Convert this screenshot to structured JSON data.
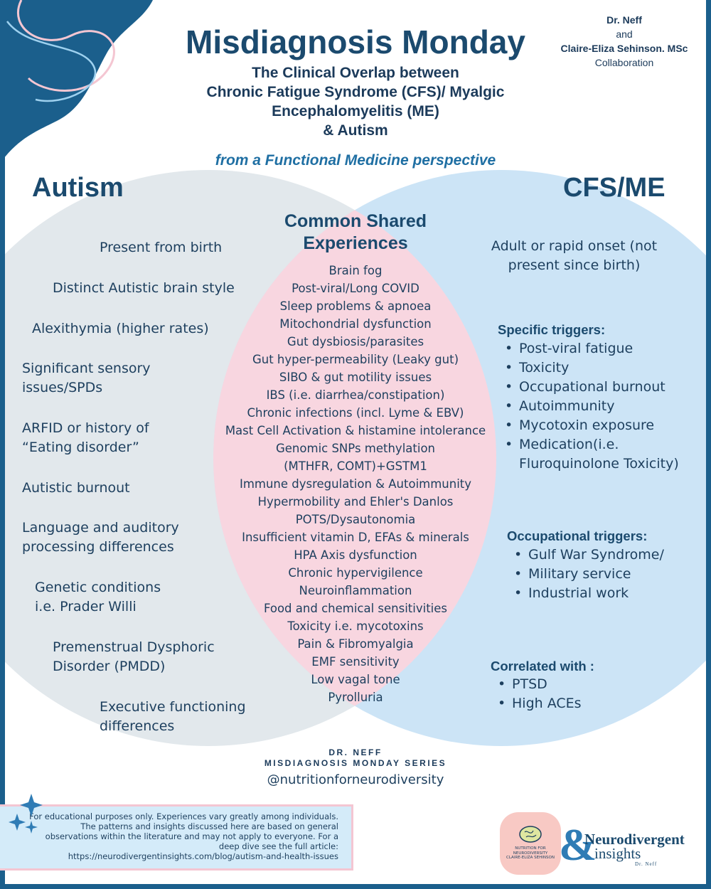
{
  "header": {
    "title": "Misdiagnosis Monday",
    "subtitle_lines": [
      "The Clinical Overlap between",
      "Chronic Fatigue Syndrome (CFS)/ Myalgic",
      "Encephalomyelitis (ME)",
      "& Autism"
    ],
    "tagline": "from a Functional Medicine perspective"
  },
  "credit": {
    "line1": "Dr. Neff",
    "line2": "and",
    "line3": "Claire-Eliza Sehinson. MSc",
    "line4": "Collaboration"
  },
  "autism": {
    "heading": "Autism",
    "items": [
      "Present from birth",
      "Distinct Autistic brain style",
      "Alexithymia (higher rates)",
      "Significant sensory issues/SPDs",
      "ARFID or history of “Eating disorder”",
      "Autistic burnout",
      "Language and auditory processing differences",
      "Genetic conditions i.e. Prader Willi",
      "Premenstrual Dysphoric Disorder (PMDD)",
      "Executive functioning differences"
    ]
  },
  "shared": {
    "heading": "Common Shared Experiences",
    "items": [
      "Brain fog",
      "Post-viral/Long COVID",
      "Sleep problems & apnoea",
      "Mitochondrial dysfunction",
      "Gut dysbiosis/parasites",
      "Gut hyper-permeability (Leaky gut)",
      "SIBO & gut motility issues",
      "IBS (i.e. diarrhea/constipation)",
      "Chronic infections (incl. Lyme & EBV)",
      "Mast Cell Activation & histamine intolerance",
      "Genomic SNPs methylation",
      "(MTHFR, COMT)+GSTM1",
      "Immune dysregulation & Autoimmunity",
      "Hypermobility and Ehler's Danlos",
      "POTS/Dysautonomia",
      "Insufficient vitamin D, EFAs & minerals",
      "HPA Axis dysfunction",
      "Chronic hypervigilence",
      "Neuroinflammation",
      "Food and chemical sensitivities",
      "Toxicity i.e. mycotoxins",
      "Pain & Fibromyalgia",
      "EMF sensitivity",
      "Low vagal tone",
      "Pyrolluria"
    ]
  },
  "cfs": {
    "heading": "CFS/ME",
    "onset": "Adult or rapid onset (not present since birth)",
    "specific_triggers": {
      "heading": "Specific triggers:",
      "items": [
        "Post-viral fatigue",
        "Toxicity",
        "Occupational burnout",
        "Autoimmunity",
        "Mycotoxin exposure",
        "Medication(i.e. Fluroquinolone Toxicity)"
      ]
    },
    "occupational_triggers": {
      "heading": "Occupational triggers:",
      "items": [
        "Gulf War Syndrome/",
        "Military service",
        "Industrial work"
      ]
    },
    "correlated": {
      "heading": "Correlated with :",
      "items": [
        "PTSD",
        "High ACEs"
      ]
    }
  },
  "footer": {
    "author": "DR. NEFF",
    "series": "MISDIAGNOSIS MONDAY SERIES",
    "handle": "@nutritionforneurodiversity",
    "disclaimer": "For educational purposes only. Experiences vary greatly among individuals. The patterns and insights discussed here are based on general observations within the literature and may not apply to everyone. For a deep dive see the full article: https://neurodivergentinsights.com/blog/autism-and-health-issues"
  },
  "logos": {
    "nutrition_logo_text": "NUTRITION FOR NEURODIVERSITY CLAIRE-ELIZA SEHINSON",
    "ampersand": "&",
    "brand_line1": "Neurodivergent",
    "brand_line2": "insights",
    "brand_line3": "Dr. Neff"
  },
  "colors": {
    "autism_circle": "#e2e8ec",
    "cfs_circle": "#cce4f6",
    "overlap": "#f8d6e0",
    "heading": "#1b4a6e",
    "tagline": "#1f6fa3",
    "frame": "#1b5f8c"
  }
}
